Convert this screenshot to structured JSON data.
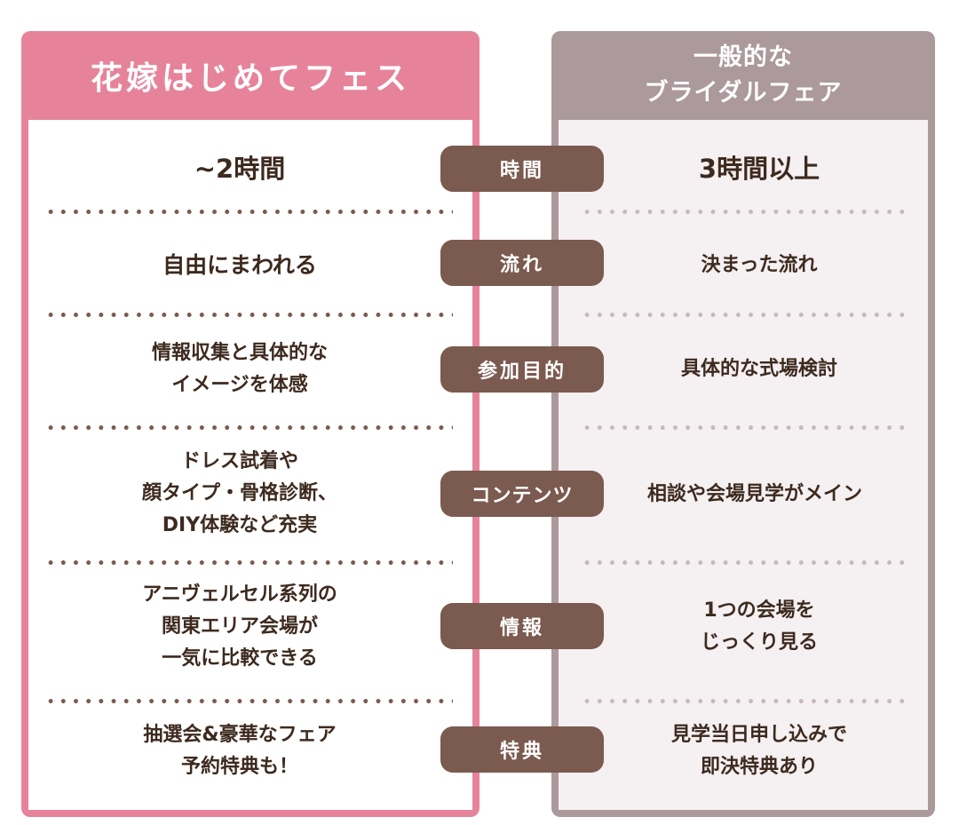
{
  "left_header": "花嫁はじめてフェス",
  "right_header": "一般的な\nブライダルフェア",
  "rows": [
    {
      "label": "時間",
      "left": "~2時間",
      "right": "3時間以上"
    },
    {
      "label": "流れ",
      "left": "自由にまわれる",
      "right": "決まった流れ"
    },
    {
      "label": "参加目的",
      "left": "情報収集と具体的な\nイメージを体感",
      "right": "具体的な式場検討"
    },
    {
      "label": "コンテンツ",
      "left": "ドレス試着や\n顔タイプ・骨格診断、\nDIY体験など充実",
      "right": "相談や会場見学がメイン"
    },
    {
      "label": "情報",
      "left": "アニヴェルセル系列の\n関東エリア会場が\n一気に比較できる",
      "right": "1つの会場を\nじっくり見る"
    },
    {
      "label": "特典",
      "left": "抽選会&豪華なフェア\n予約特典も！",
      "right": "見学当日申し込みで\n即決特典あり"
    }
  ],
  "colors": {
    "pink": "#e6839a",
    "gray": "#ab999c",
    "brown": "#7b5a4f"
  }
}
